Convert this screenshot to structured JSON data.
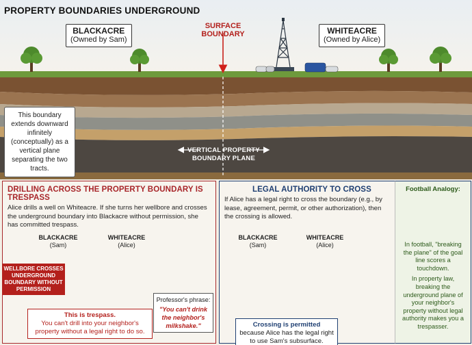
{
  "title": "PROPERTY BOUNDARIES UNDERGROUND",
  "top": {
    "blackacre": {
      "name": "BLACKACRE",
      "owner": "(Owned by Sam)"
    },
    "whiteacre": {
      "name": "WHITEACRE",
      "owner": "(Owned by Alice)"
    },
    "surface_label": "SURFACE BOUNDARY",
    "side_note": "This boundary extends downward infinitely (conceptually) as a vertical plane separating the two tracts.",
    "plane_label_1": "VERTICAL PROPERTY",
    "plane_label_2": "BOUNDARY PLANE"
  },
  "left_panel": {
    "heading": "DRILLING ACROSS THE PROPERTY BOUNDARY IS TRESPASS",
    "description": "Alice drills a well on Whiteacre. If she turns her wellbore and crosses the underground boundary into Blackacre without permission, she has committed trespass.",
    "blackacre": {
      "name": "BLACKACRE",
      "owner": "(Sam)"
    },
    "whiteacre": {
      "name": "WHITEACRE",
      "owner": "(Alice)"
    },
    "callout": "WELLBORE CROSSES UNDERGROUND BOUNDARY WITHOUT PERMISSION",
    "trespass_title": "This is trespass.",
    "trespass_text": "You can't drill into your neighbor's property without a legal right to do so.",
    "prof_label": "Professor's phrase:",
    "prof_quote": "\"You can't drink the neighbor's milkshake.\""
  },
  "mid_panel": {
    "heading": "LEGAL AUTHORITY TO CROSS",
    "description": "If Alice has a legal right to cross the boundary (e.g., by lease, agreement, permit, or other authorization), then the crossing is allowed.",
    "blackacre": {
      "name": "BLACKACRE",
      "owner": "(Sam)"
    },
    "whiteacre": {
      "name": "WHITEACRE",
      "owner": "(Alice)"
    },
    "permit_title": "Crossing is permitted",
    "permit_text": "because Alice has the legal right to use Sam's subsurface."
  },
  "right_panel": {
    "title": "Football Analogy:",
    "text1": "In football, \"breaking the plane\" of the goal line scores a touchdown.",
    "text2": "In property law, breaking the underground plane of your neighbor's property without legal authority makes you a trespasser."
  },
  "colors": {
    "trespass_red": "#b3201c",
    "legal_blue": "#1f3f72",
    "football_green": "#2c5a1a"
  }
}
